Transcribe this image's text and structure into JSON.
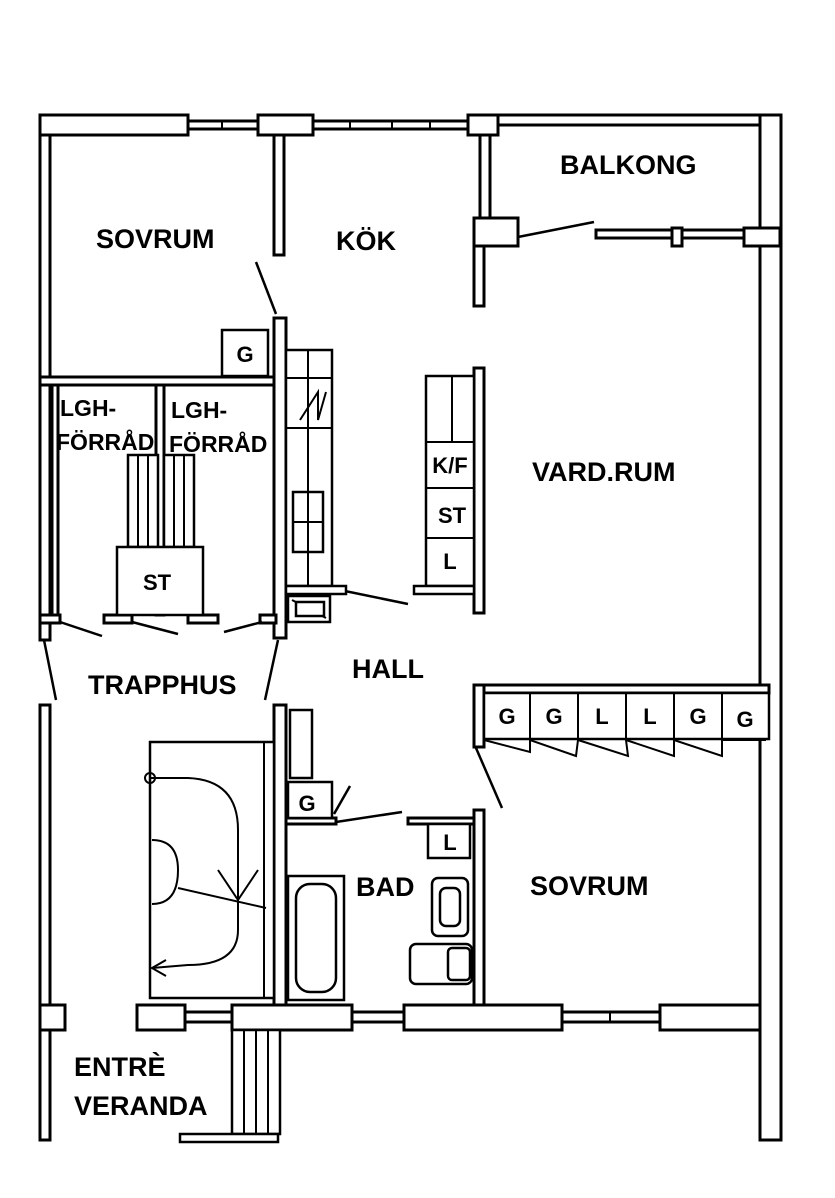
{
  "rooms": {
    "sovrum_top": "SOVRUM",
    "kok": "KÖK",
    "balkong": "BALKONG",
    "lgh_forrad_1_line1": "LGH-",
    "lgh_forrad_1_line2": "FÖRRÅD",
    "lgh_forrad_2_line1": "LGH-",
    "lgh_forrad_2_line2": "FÖRRÅD",
    "vardrum": "VARD.RUM",
    "trapphus": "TRAPPHUS",
    "hall": "HALL",
    "bad": "BAD",
    "sovrum_bottom": "SOVRUM",
    "entre_line1": "ENTRÈ",
    "entre_line2": "VERANDA"
  },
  "fixtures": {
    "g_top_bedroom": "G",
    "st_storage": "ST",
    "kf": "K/F",
    "st_kitchen": "ST",
    "l_kitchen": "L",
    "wardrobes": [
      "G",
      "G",
      "L",
      "L",
      "G",
      "G"
    ],
    "g_hall": "G",
    "l_bath": "L"
  }
}
